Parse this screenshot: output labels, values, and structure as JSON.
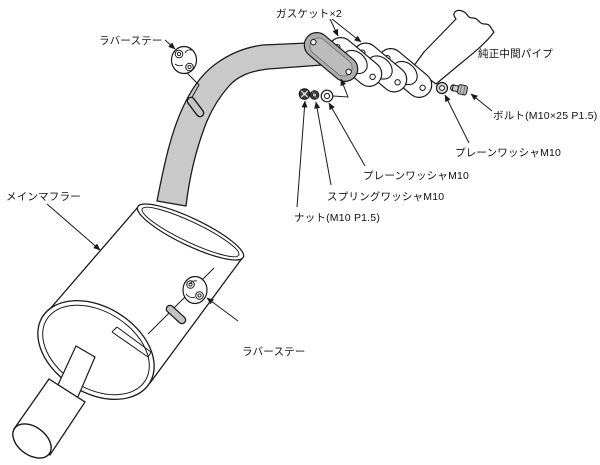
{
  "diagram": {
    "type": "exploded-parts-diagram",
    "labels": {
      "rubber_stay_top": "ラバーステー",
      "gasket": "ガスケット×2",
      "oem_mid_pipe": "純正中間パイプ",
      "bolt": "ボルト(M10×25 P1.5)",
      "plain_washer_right": "プレーンワッシャM10",
      "plain_washer_left": "プレーンワッシャM10",
      "spring_washer": "スプリングワッシャM10",
      "nut": "ナット(M10 P1.5)",
      "main_muffler": "メインマフラー",
      "rubber_stay_bottom": "ラバーステー"
    },
    "colors": {
      "line": "#1a1a1a",
      "pipe_fill": "#c9c9ca",
      "flange_fill": "#aeaeae",
      "rod_fill": "#c4c4c4",
      "dark_fastener": "#3c3c3c",
      "background": "#ffffff"
    }
  }
}
